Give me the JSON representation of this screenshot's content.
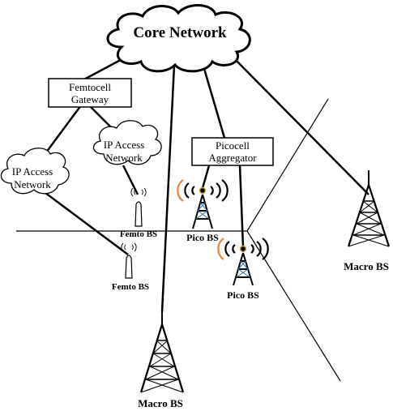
{
  "diagram": {
    "core": {
      "label": "Core Network"
    },
    "femto_gateway": {
      "line1": "Femtocell",
      "line2": "Gateway"
    },
    "ip_access_left": {
      "line1": "IP Access",
      "line2": "Network"
    },
    "ip_access_right": {
      "line1": "IP Access",
      "line2": "Network"
    },
    "pico_aggregator": {
      "line1": "Picocell",
      "line2": "Aggregator"
    },
    "femto_bs_1": {
      "label": "Femto BS"
    },
    "femto_bs_2": {
      "label": "Femto BS"
    },
    "pico_bs_1": {
      "label": "Pico BS"
    },
    "pico_bs_2": {
      "label": "Pico BS"
    },
    "macro_bs_right": {
      "label": "Macro BS"
    },
    "macro_bs_bottom": {
      "label": "Macro BS"
    },
    "colors": {
      "line": "#000000",
      "signal_warm": "#e8873a",
      "signal_mid": "#c9a23a",
      "tower_accent": "#2f6fb0"
    }
  }
}
